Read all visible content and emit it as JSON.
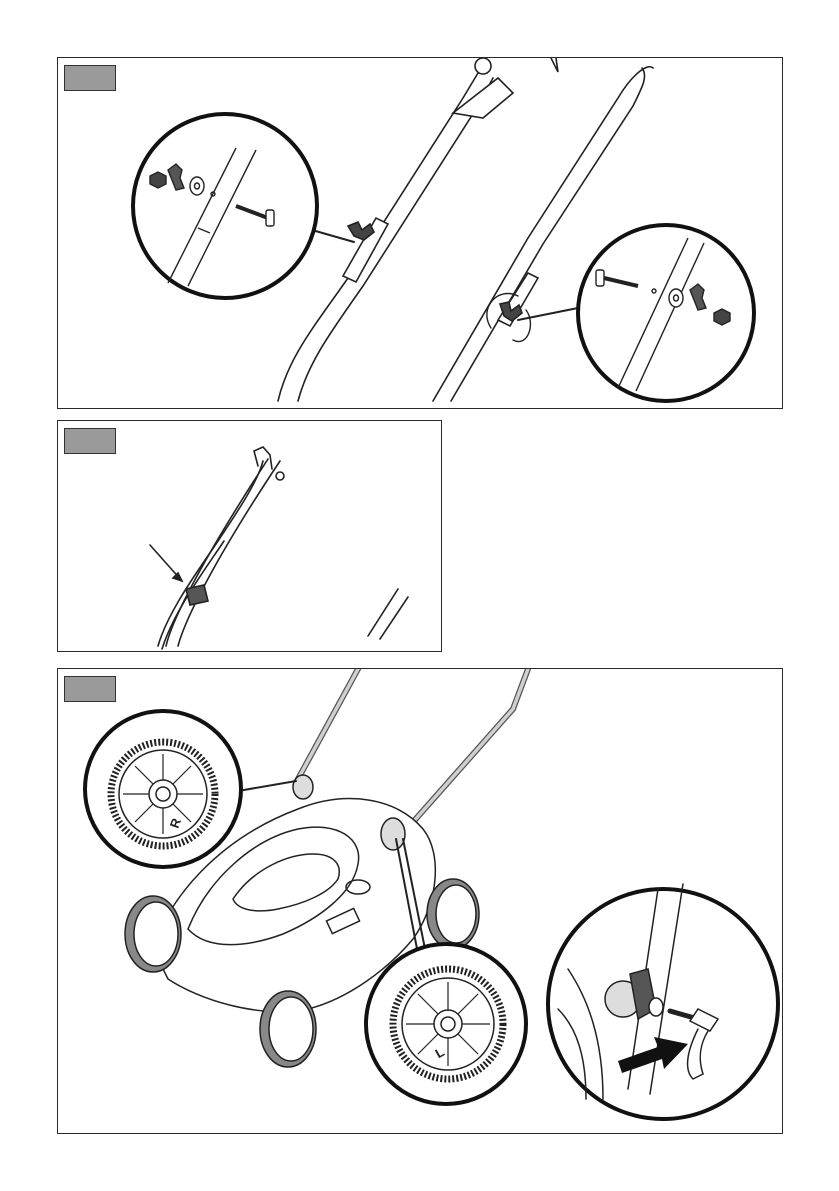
{
  "document": {
    "panels": [
      {
        "id": "panel-1",
        "tag_text": "",
        "description_hidden": true
      },
      {
        "id": "panel-2",
        "tag_text": ""
      },
      {
        "id": "panel-3",
        "tag_text": ""
      }
    ],
    "wheel_labels": {
      "right": "R",
      "left": "L"
    }
  }
}
